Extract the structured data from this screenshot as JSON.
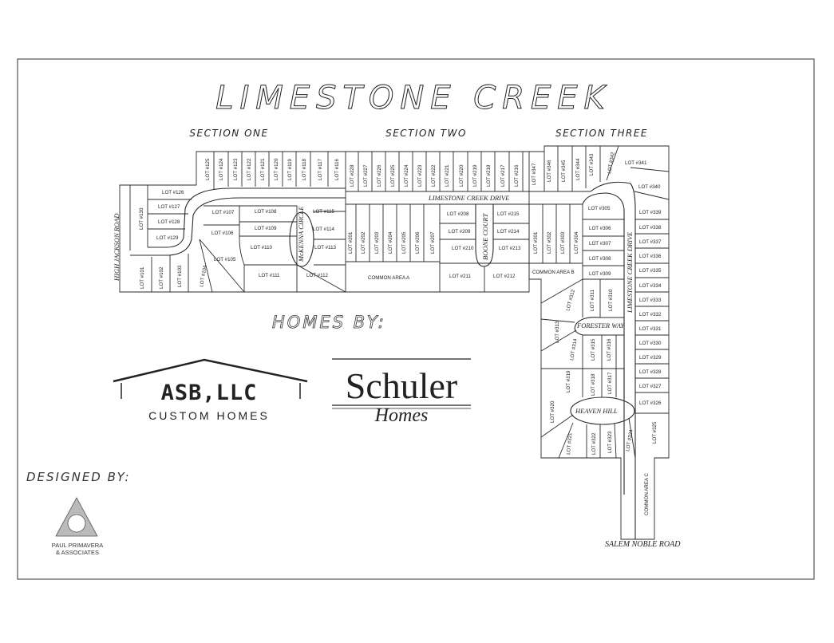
{
  "title": "LIMESTONE CREEK",
  "sections": [
    "SECTION ONE",
    "SECTION TWO",
    "SECTION THREE"
  ],
  "roads": {
    "high_jackson": "HIGH JACKSON ROAD",
    "limestone_drive": "LIMESTONE CREEK DRIVE",
    "limestone_drive_vertical": "LIMESTONE CREEK DRIVE",
    "mckenna": "McKENNA CIRCLE",
    "boone": "BOONE COURT",
    "forester": "FORESTER WAY",
    "heaven_hill": "HEAVEN HILL",
    "salem_noble": "SALEM NOBLE ROAD"
  },
  "common_areas": {
    "a": "COMMON AREA A",
    "b": "COMMON AREA B",
    "c": "COMMON AREA C"
  },
  "lots": {
    "s1_top": [
      "LOT #125",
      "LOT #124",
      "LOT #123",
      "LOT #122",
      "LOT #121",
      "LOT #120",
      "LOT #119",
      "LOT #118",
      "LOT #117",
      "LOT #116"
    ],
    "s1_left": [
      "LOT #126",
      "LOT #127",
      "LOT #128",
      "LOT #129"
    ],
    "s1_130": "LOT #130",
    "s1_bottom": [
      "LOT #101",
      "LOT #102",
      "LOT #103",
      "LOT #104"
    ],
    "s1_inner": [
      "LOT #107",
      "LOT #106",
      "LOT #105",
      "LOT #108",
      "LOT #109",
      "LOT #110",
      "LOT #111",
      "LOT #112",
      "LOT #115",
      "LOT #114",
      "LOT #113"
    ],
    "s2_top": [
      "LOT #228",
      "LOT #227",
      "LOT #226",
      "LOT #225",
      "LOT #224",
      "LOT #223",
      "LOT #222",
      "LOT #221",
      "LOT #220",
      "LOT #219",
      "LOT #218",
      "LOT #217",
      "LOT #216"
    ],
    "s2_mid": [
      "LOT #201",
      "LOT #202",
      "LOT #203",
      "LOT #204",
      "LOT #205",
      "LOT #206",
      "LOT #207"
    ],
    "s2_boone": [
      "LOT #208",
      "LOT #209",
      "LOT #210",
      "LOT #211",
      "LOT #212",
      "LOT #213",
      "LOT #214",
      "LOT #215"
    ],
    "s3_top": [
      "LOT #347",
      "LOT #346",
      "LOT #345",
      "LOT #344",
      "LOT #343",
      "LOT #342"
    ],
    "s3_341": "LOT #341",
    "s3_340": "LOT #340",
    "s3_west": [
      "LOT #301",
      "LOT #302",
      "LOT #303",
      "LOT #304"
    ],
    "s3_mid": [
      "LOT #305",
      "LOT #306",
      "LOT #307",
      "LOT #308",
      "LOT #309"
    ],
    "s3_east": [
      "LOT #339",
      "LOT #338",
      "LOT #337",
      "LOT #336",
      "LOT #335",
      "LOT #334",
      "LOT #333",
      "LOT #332",
      "LOT #331",
      "LOT #330",
      "LOT #329",
      "LOT #328",
      "LOT #327",
      "LOT #326"
    ],
    "s3_forester": [
      "LOT #312",
      "LOT #311",
      "LOT #310",
      "LOT #313",
      "LOT #314",
      "LOT #315",
      "LOT #316"
    ],
    "s3_heaven": [
      "LOT #319",
      "LOT #318",
      "LOT #317",
      "LOT #320",
      "LOT #321",
      "LOT #322",
      "LOT #323",
      "LOT #324",
      "LOT #325"
    ]
  },
  "homes_by": "HOMES BY:",
  "builders": {
    "asb_name": "ASB,LLC",
    "asb_tagline": "CUSTOM HOMES",
    "schuler_name": "Schuler",
    "schuler_sub": "Homes"
  },
  "designed_by": "DESIGNED BY:",
  "designer": [
    "PAUL PRIMAVERA",
    "& ASSOCIATES"
  ]
}
